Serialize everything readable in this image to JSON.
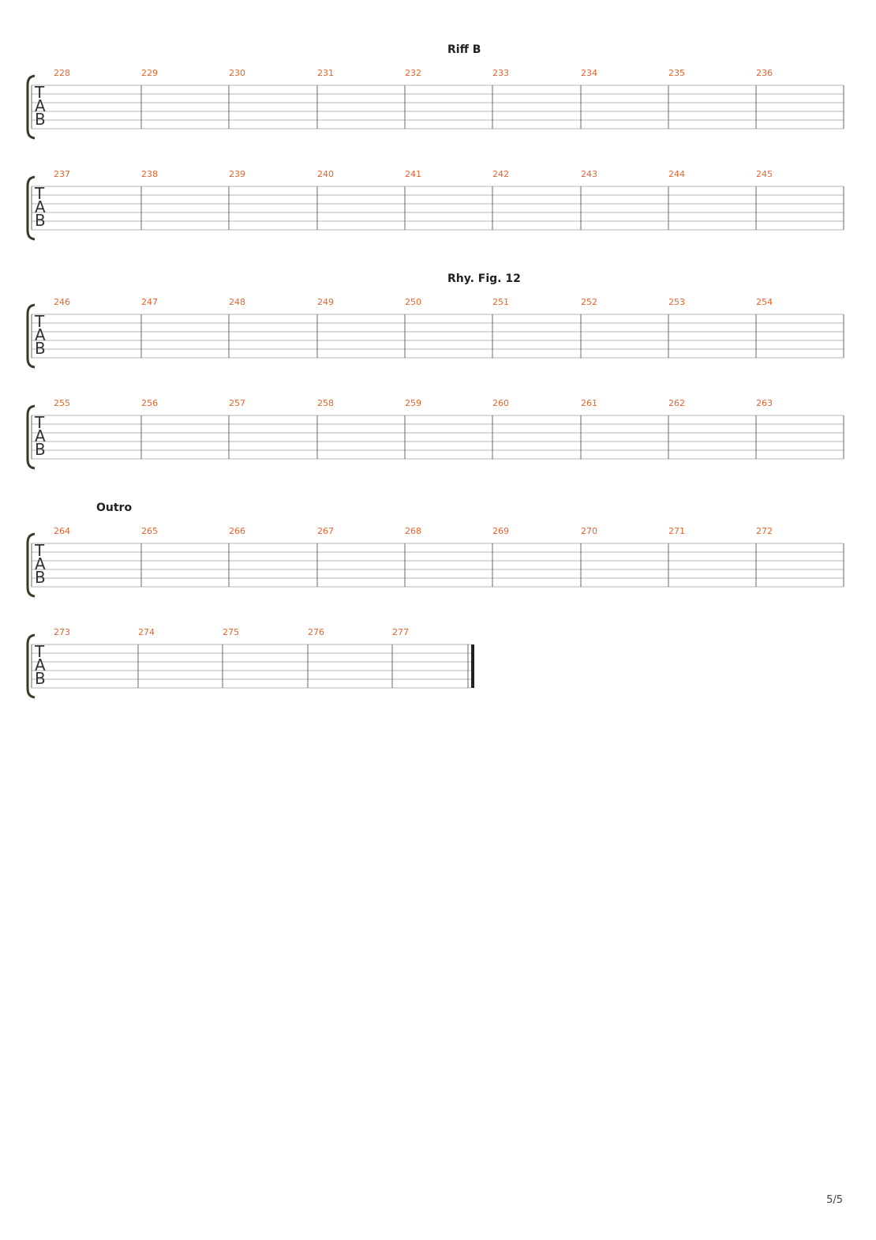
{
  "page": {
    "page_number": "5/5"
  },
  "tab_clef": [
    "T",
    "A",
    "B"
  ],
  "systems": [
    {
      "label": "Riff B",
      "measures": [
        "228",
        "229",
        "230",
        "231",
        "232",
        "233",
        "234",
        "235",
        "236"
      ]
    },
    {
      "label": "",
      "measures": [
        "237",
        "238",
        "239",
        "240",
        "241",
        "242",
        "243",
        "244",
        "245"
      ]
    },
    {
      "label": "Rhy. Fig. 12",
      "measures": [
        "246",
        "247",
        "248",
        "249",
        "250",
        "251",
        "252",
        "253",
        "254"
      ]
    },
    {
      "label": "",
      "measures": [
        "255",
        "256",
        "257",
        "258",
        "259",
        "260",
        "261",
        "262",
        "263"
      ]
    },
    {
      "label": "Outro",
      "measures": [
        "264",
        "265",
        "266",
        "267",
        "268",
        "269",
        "270",
        "271",
        "272"
      ]
    },
    {
      "label": "",
      "measures": [
        "273",
        "274",
        "275",
        "276",
        "277"
      ],
      "final_barline": true
    }
  ],
  "colors": {
    "measure_number": "#e8622a",
    "staff_line": "#b5b5b5",
    "barline": "#6a6a6a"
  }
}
